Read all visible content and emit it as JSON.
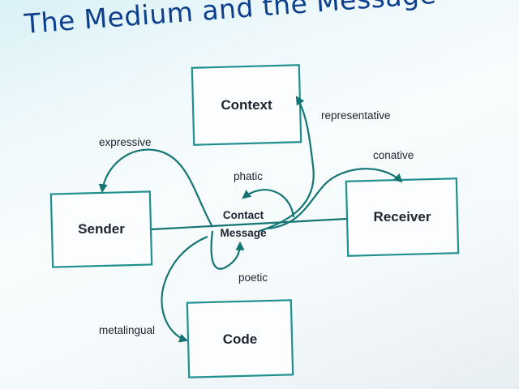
{
  "slide": {
    "title": "The Medium and the Message"
  },
  "nodes": {
    "context": "Context",
    "sender": "Sender",
    "receiver": "Receiver",
    "code": "Code",
    "contact": "Contact",
    "message": "Message"
  },
  "functions": {
    "expressive": "expressive",
    "representative": "representative",
    "conative": "conative",
    "phatic": "phatic",
    "poetic": "poetic",
    "metalingual": "metalingual"
  },
  "colors": {
    "title": "#0d3f8c",
    "box_border": "#1f8f8f",
    "arrow": "#157575",
    "text": "#1d2330"
  }
}
